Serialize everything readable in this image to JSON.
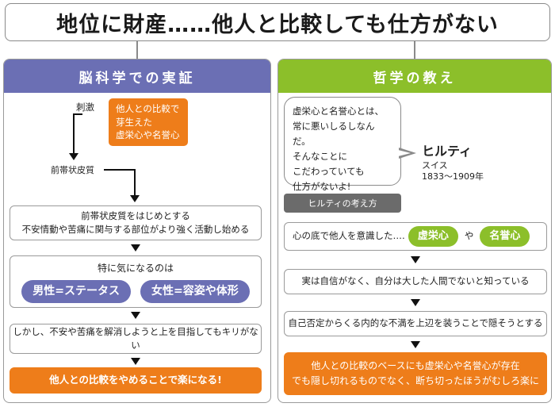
{
  "title": "地位に財産……他人と比較しても仕方がない",
  "left": {
    "header": "脳科学での実証",
    "stimulus_label": "刺激",
    "stimulus_box": [
      "他人との比較で",
      "芽生えた",
      "虚栄心や名誉心"
    ],
    "region_label": "前帯状皮質",
    "step1": [
      "前帯状皮質をはじめとする",
      "不安情動や苦痛に関与する部位がより強く活動し始める"
    ],
    "step2_title": "特に気になるのは",
    "pill_male": "男性=ステータス",
    "pill_female": "女性=容姿や体形",
    "step3": "しかし、不安や苦痛を解消しようと上を目指してもキリがない",
    "conclusion": "他人との比較をやめることで楽になる!"
  },
  "right": {
    "header": "哲学の教え",
    "quote": [
      "虚栄心と名誉心とは、",
      "常に悪いしるしなんだ。",
      "そんなことに",
      "こだわっていても",
      "仕方がないよ!"
    ],
    "person_name": "ヒルティ",
    "person_country": "スイス",
    "person_years": "1833〜1909年",
    "approach_tag": "ヒルティの考え方",
    "step1_text": "心の底で他人を意識した‥‥",
    "pill_vanity": "虚栄心",
    "connector_ya": "や",
    "pill_honor": "名誉心",
    "step2": "実は自信がなく、自分は大した人間でないと知っている",
    "step3": "自己否定からくる内的な不満を上辺を装うことで隠そうとする",
    "conclusion": [
      "他人との比較のベースにも虚栄心や名誉心が存在",
      "でも隠し切れるものでなく、断ち切ったほうがむしろ楽に"
    ]
  },
  "colors": {
    "purple": "#6b6fb4",
    "green": "#8cbf2a",
    "orange": "#ee7d1a",
    "gray_tag": "#6b6b6b"
  }
}
